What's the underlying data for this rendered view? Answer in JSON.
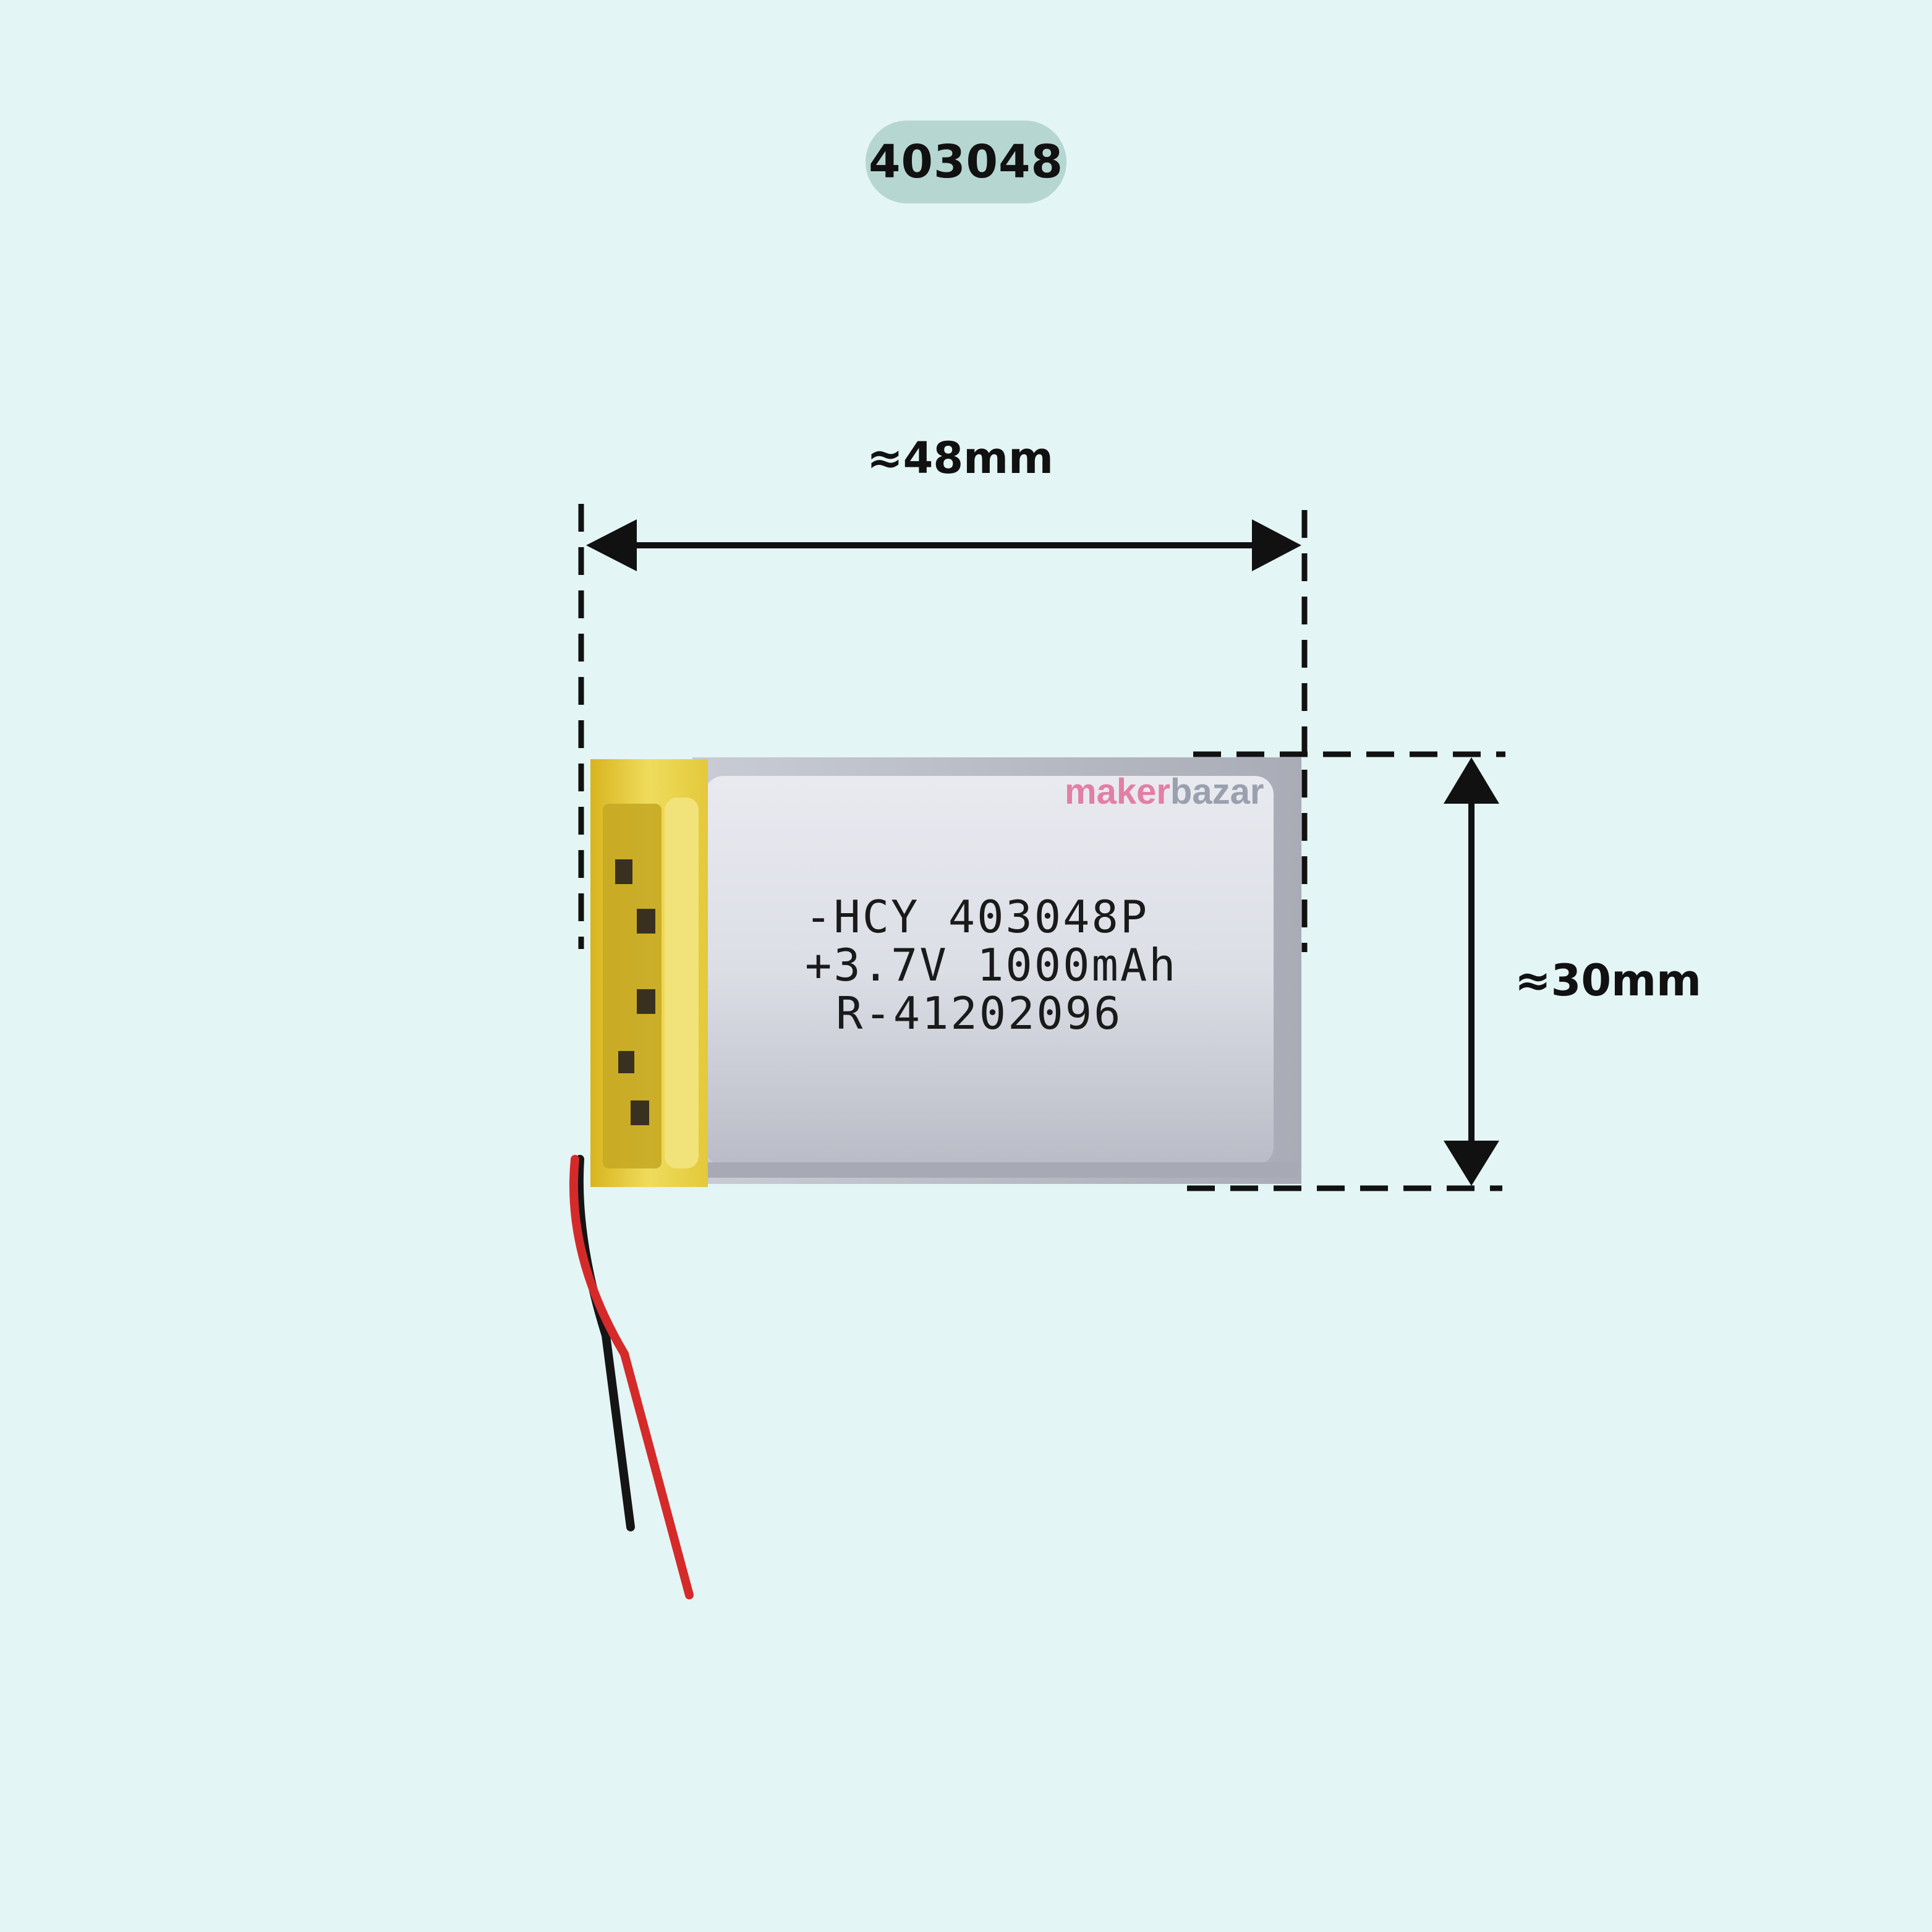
{
  "badge": {
    "model": "403048"
  },
  "dimensions": {
    "width_label": "≈48mm",
    "height_label": "≈30mm"
  },
  "battery_print": {
    "line1": "-HCY 403048P",
    "line2": "+3.7V 1000mAh",
    "line3": "R-41202096"
  },
  "watermark": {
    "part1": "maker",
    "part2": "bazar"
  },
  "colors": {
    "background": "#e3f5f4",
    "badge": "#b6d6d2",
    "cell_silver": "#d9dbe2",
    "tape_yellow": "#e4cc3a",
    "wire_red": "#d52a2a",
    "wire_black": "#151515"
  },
  "icons": [
    "arrow-left-icon",
    "arrow-right-icon",
    "arrow-up-icon",
    "arrow-down-icon"
  ]
}
